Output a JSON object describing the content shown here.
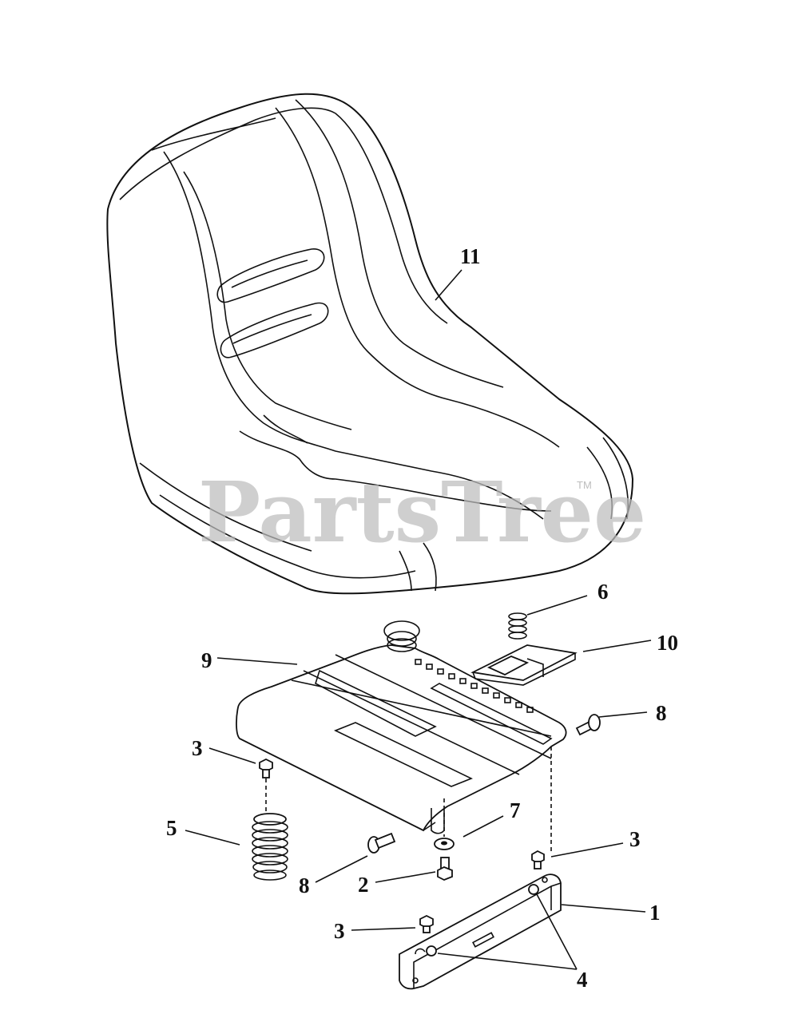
{
  "watermark": {
    "text": "PartsTree",
    "trademark": "TM"
  },
  "callouts": {
    "c1": "1",
    "c2": "2",
    "c3a": "3",
    "c3b": "3",
    "c3c": "3",
    "c4": "4",
    "c5": "5",
    "c6": "6",
    "c7": "7",
    "c8a": "8",
    "c8b": "8",
    "c9": "9",
    "c10": "10",
    "c11": "11"
  }
}
